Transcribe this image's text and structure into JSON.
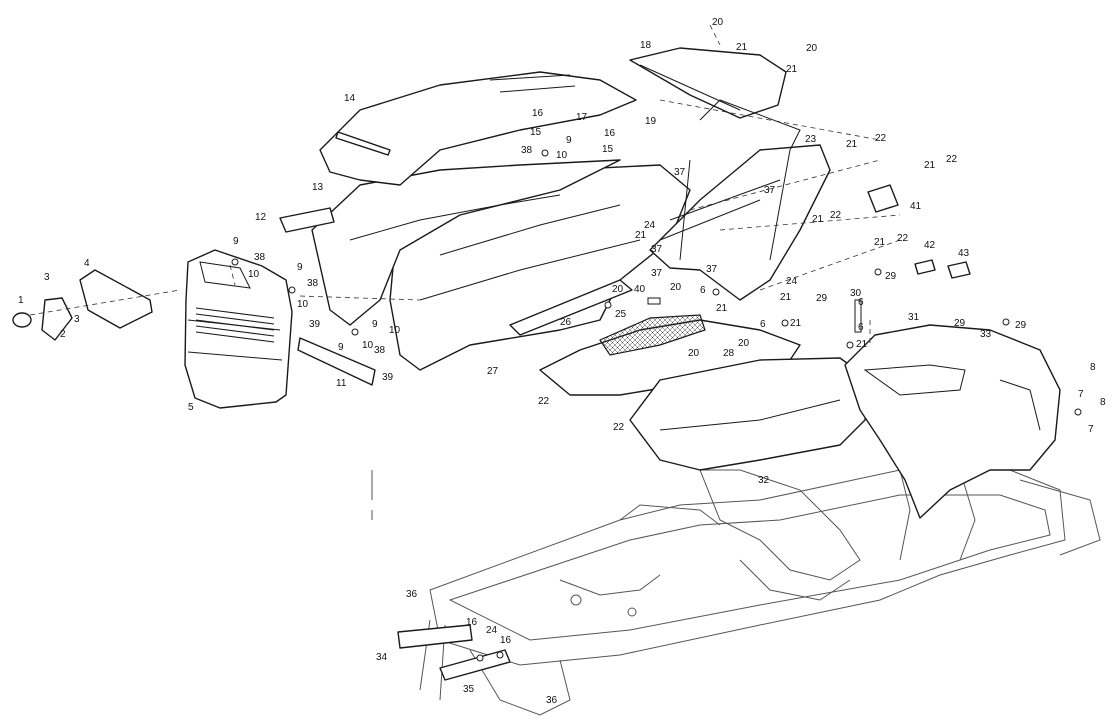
{
  "diagram": {
    "labels": [
      {
        "id": "l1",
        "text": "1"
      },
      {
        "id": "l2",
        "text": "2"
      },
      {
        "id": "l3a",
        "text": "3"
      },
      {
        "id": "l3b",
        "text": "3"
      },
      {
        "id": "l4",
        "text": "4"
      },
      {
        "id": "l5",
        "text": "5"
      },
      {
        "id": "l6a",
        "text": "6"
      },
      {
        "id": "l6b",
        "text": "6"
      },
      {
        "id": "l6c",
        "text": "6"
      },
      {
        "id": "l6d",
        "text": "6"
      },
      {
        "id": "l7a",
        "text": "7"
      },
      {
        "id": "l7b",
        "text": "7"
      },
      {
        "id": "l8a",
        "text": "8"
      },
      {
        "id": "l8b",
        "text": "8"
      },
      {
        "id": "l9a",
        "text": "9"
      },
      {
        "id": "l9b",
        "text": "9"
      },
      {
        "id": "l9c",
        "text": "9"
      },
      {
        "id": "l9d",
        "text": "9"
      },
      {
        "id": "l9e",
        "text": "9"
      },
      {
        "id": "l10a",
        "text": "10"
      },
      {
        "id": "l10b",
        "text": "10"
      },
      {
        "id": "l10c",
        "text": "10"
      },
      {
        "id": "l10d",
        "text": "10"
      },
      {
        "id": "l10e",
        "text": "10"
      },
      {
        "id": "l11",
        "text": "11"
      },
      {
        "id": "l12",
        "text": "12"
      },
      {
        "id": "l13",
        "text": "13"
      },
      {
        "id": "l14",
        "text": "14"
      },
      {
        "id": "l15a",
        "text": "15"
      },
      {
        "id": "l15b",
        "text": "15"
      },
      {
        "id": "l16a",
        "text": "16"
      },
      {
        "id": "l16b",
        "text": "16"
      },
      {
        "id": "l16c",
        "text": "16"
      },
      {
        "id": "l16d",
        "text": "16"
      },
      {
        "id": "l17",
        "text": "17"
      },
      {
        "id": "l18",
        "text": "18"
      },
      {
        "id": "l19",
        "text": "19"
      },
      {
        "id": "l20a",
        "text": "20"
      },
      {
        "id": "l20b",
        "text": "20"
      },
      {
        "id": "l20c",
        "text": "20"
      },
      {
        "id": "l20d",
        "text": "20"
      },
      {
        "id": "l20e",
        "text": "20"
      },
      {
        "id": "l20f",
        "text": "20"
      },
      {
        "id": "l21a",
        "text": "21"
      },
      {
        "id": "l21b",
        "text": "21"
      },
      {
        "id": "l21c",
        "text": "21"
      },
      {
        "id": "l21d",
        "text": "21"
      },
      {
        "id": "l21e",
        "text": "21"
      },
      {
        "id": "l21f",
        "text": "21"
      },
      {
        "id": "l21g",
        "text": "21"
      },
      {
        "id": "l21h",
        "text": "21"
      },
      {
        "id": "l21i",
        "text": "21"
      },
      {
        "id": "l21j",
        "text": "21"
      },
      {
        "id": "l21k",
        "text": "21"
      },
      {
        "id": "l22a",
        "text": "22"
      },
      {
        "id": "l22b",
        "text": "22"
      },
      {
        "id": "l22c",
        "text": "22"
      },
      {
        "id": "l22d",
        "text": "22"
      },
      {
        "id": "l22e",
        "text": "22"
      },
      {
        "id": "l22f",
        "text": "22"
      },
      {
        "id": "l23",
        "text": "23"
      },
      {
        "id": "l24a",
        "text": "24"
      },
      {
        "id": "l24b",
        "text": "24"
      },
      {
        "id": "l24c",
        "text": "24"
      },
      {
        "id": "l25",
        "text": "25"
      },
      {
        "id": "l26",
        "text": "26"
      },
      {
        "id": "l27",
        "text": "27"
      },
      {
        "id": "l28",
        "text": "28"
      },
      {
        "id": "l29a",
        "text": "29"
      },
      {
        "id": "l29b",
        "text": "29"
      },
      {
        "id": "l29c",
        "text": "29"
      },
      {
        "id": "l29d",
        "text": "29"
      },
      {
        "id": "l30",
        "text": "30"
      },
      {
        "id": "l31",
        "text": "31"
      },
      {
        "id": "l32",
        "text": "32"
      },
      {
        "id": "l33",
        "text": "33"
      },
      {
        "id": "l34",
        "text": "34"
      },
      {
        "id": "l35",
        "text": "35"
      },
      {
        "id": "l36a",
        "text": "36"
      },
      {
        "id": "l36b",
        "text": "36"
      },
      {
        "id": "l37a",
        "text": "37"
      },
      {
        "id": "l37b",
        "text": "37"
      },
      {
        "id": "l37c",
        "text": "37"
      },
      {
        "id": "l37d",
        "text": "37"
      },
      {
        "id": "l37e",
        "text": "37"
      },
      {
        "id": "l38a",
        "text": "38"
      },
      {
        "id": "l38b",
        "text": "38"
      },
      {
        "id": "l38c",
        "text": "38"
      },
      {
        "id": "l38d",
        "text": "38"
      },
      {
        "id": "l39a",
        "text": "39"
      },
      {
        "id": "l39b",
        "text": "39"
      },
      {
        "id": "l40",
        "text": "40"
      },
      {
        "id": "l41",
        "text": "41"
      },
      {
        "id": "l42",
        "text": "42"
      },
      {
        "id": "l43",
        "text": "43"
      }
    ]
  }
}
